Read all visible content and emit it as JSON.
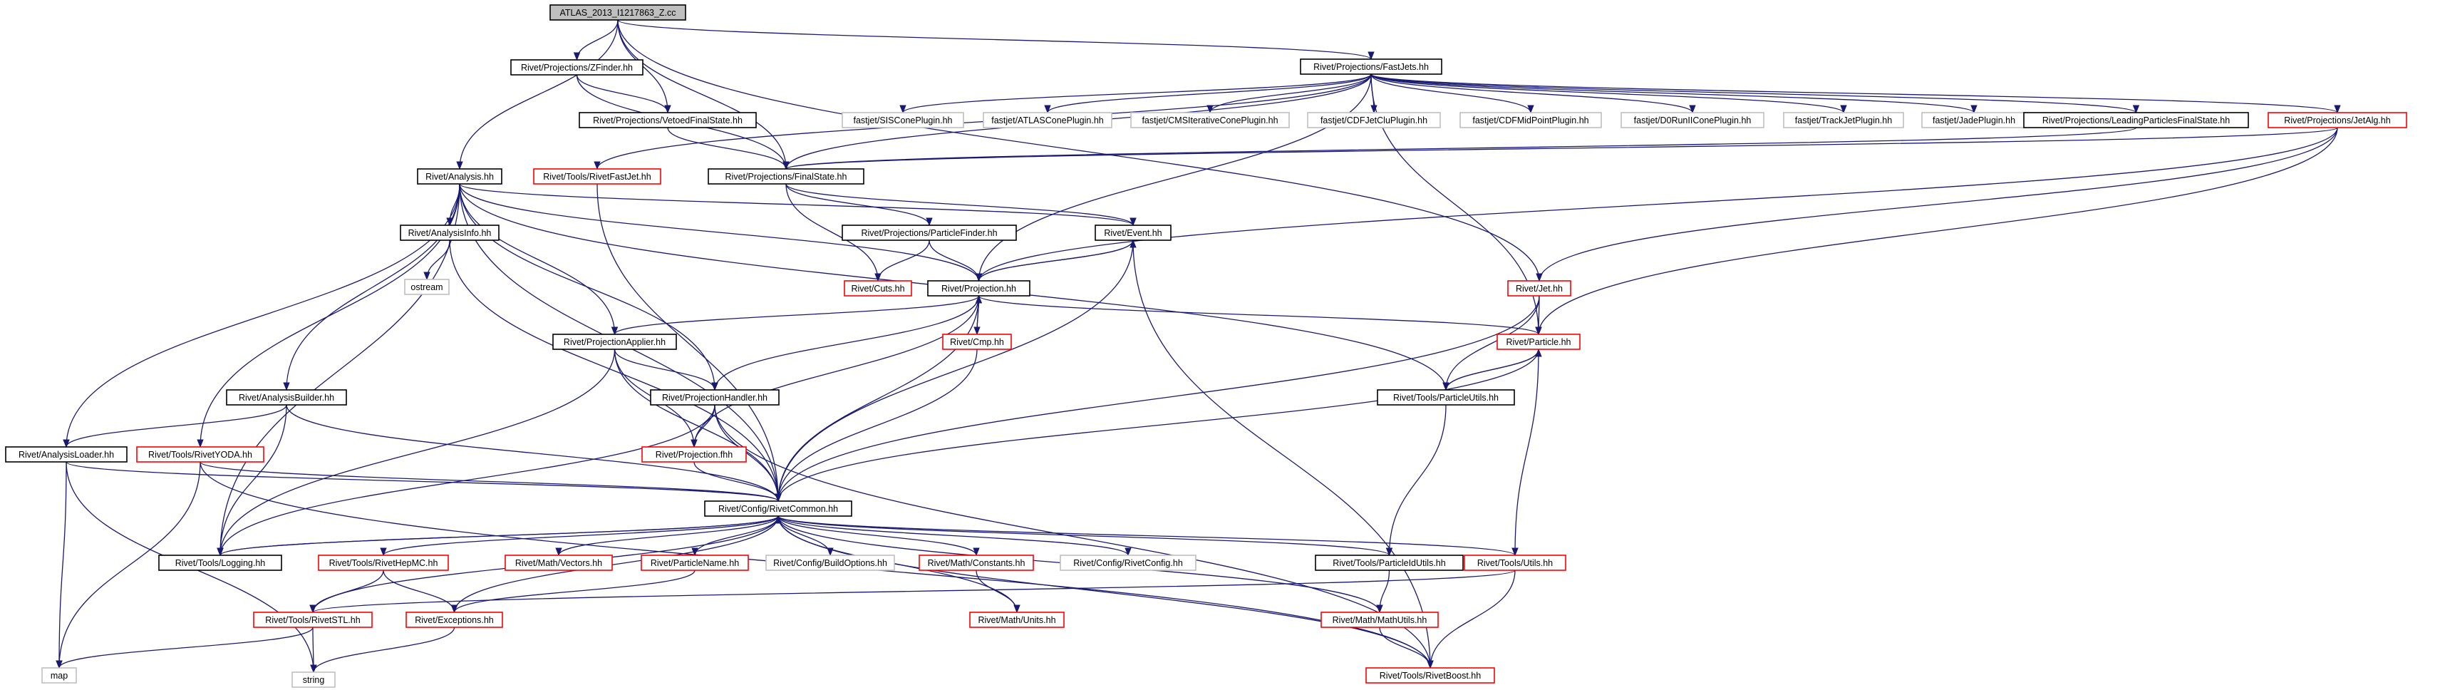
{
  "diagram": {
    "colors": {
      "root_fill": "#bfbfbf",
      "documented_border": "#000000",
      "undocumented_border": "#ff0000",
      "system_border": "#bfbfbf",
      "edge": "#191970"
    },
    "nodes": [
      {
        "id": "root",
        "label": "ATLAS_2013_I1217863_Z.cc",
        "style": "root"
      },
      {
        "id": "fastjets",
        "label": "Rivet/Projections/FastJets.hh",
        "style": "black"
      },
      {
        "id": "zfinder",
        "label": "Rivet/Projections/ZFinder.hh",
        "style": "black"
      },
      {
        "id": "vetoedfs",
        "label": "Rivet/Projections/VetoedFinalState.hh",
        "style": "black"
      },
      {
        "id": "finalstate",
        "label": "Rivet/Projections/FinalState.hh",
        "style": "black"
      },
      {
        "id": "analysis",
        "label": "Rivet/Analysis.hh",
        "style": "black"
      },
      {
        "id": "rivetfastjet",
        "label": "Rivet/Tools/RivetFastJet.hh",
        "style": "red"
      },
      {
        "id": "siscone",
        "label": "fastjet/SISConePlugin.hh",
        "style": "grey"
      },
      {
        "id": "atlascone",
        "label": "fastjet/ATLASConePlugin.hh",
        "style": "grey"
      },
      {
        "id": "cmsiter",
        "label": "fastjet/CMSIterativeConePlugin.hh",
        "style": "grey"
      },
      {
        "id": "cdfjetclu",
        "label": "fastjet/CDFJetCluPlugin.hh",
        "style": "grey"
      },
      {
        "id": "cdfmidpoint",
        "label": "fastjet/CDFMidPointPlugin.hh",
        "style": "grey"
      },
      {
        "id": "d0run",
        "label": "fastjet/D0RunIIConePlugin.hh",
        "style": "grey"
      },
      {
        "id": "trackjet",
        "label": "fastjet/TrackJetPlugin.hh",
        "style": "grey"
      },
      {
        "id": "jade",
        "label": "fastjet/JadePlugin.hh",
        "style": "grey"
      },
      {
        "id": "leadingfs",
        "label": "Rivet/Projections/LeadingParticlesFinalState.hh",
        "style": "black"
      },
      {
        "id": "jetalg",
        "label": "Rivet/Projections/JetAlg.hh",
        "style": "red"
      },
      {
        "id": "analysisinfo",
        "label": "Rivet/AnalysisInfo.hh",
        "style": "black"
      },
      {
        "id": "ostream",
        "label": "ostream",
        "style": "grey"
      },
      {
        "id": "particlefinder",
        "label": "Rivet/Projections/ParticleFinder.hh",
        "style": "black"
      },
      {
        "id": "event",
        "label": "Rivet/Event.hh",
        "style": "black"
      },
      {
        "id": "cuts",
        "label": "Rivet/Cuts.hh",
        "style": "red"
      },
      {
        "id": "projection",
        "label": "Rivet/Projection.hh",
        "style": "black"
      },
      {
        "id": "jet",
        "label": "Rivet/Jet.hh",
        "style": "red"
      },
      {
        "id": "cmp",
        "label": "Rivet/Cmp.hh",
        "style": "red"
      },
      {
        "id": "particle",
        "label": "Rivet/Particle.hh",
        "style": "red"
      },
      {
        "id": "projapplier",
        "label": "Rivet/ProjectionApplier.hh",
        "style": "black"
      },
      {
        "id": "particleutils",
        "label": "Rivet/Tools/ParticleUtils.hh",
        "style": "black"
      },
      {
        "id": "analysisbuilder",
        "label": "Rivet/AnalysisBuilder.hh",
        "style": "black"
      },
      {
        "id": "projhandler",
        "label": "Rivet/ProjectionHandler.hh",
        "style": "black"
      },
      {
        "id": "analysisloader",
        "label": "Rivet/AnalysisLoader.hh",
        "style": "black"
      },
      {
        "id": "rivetyoda",
        "label": "Rivet/Tools/RivetYODA.hh",
        "style": "red"
      },
      {
        "id": "projectionfhh",
        "label": "Rivet/Projection.fhh",
        "style": "red"
      },
      {
        "id": "rivetcommon",
        "label": "Rivet/Config/RivetCommon.hh",
        "style": "black"
      },
      {
        "id": "logging",
        "label": "Rivet/Tools/Logging.hh",
        "style": "black"
      },
      {
        "id": "rivethepmc",
        "label": "Rivet/Tools/RivetHepMC.hh",
        "style": "red"
      },
      {
        "id": "vectors",
        "label": "Rivet/Math/Vectors.hh",
        "style": "red"
      },
      {
        "id": "particlename",
        "label": "Rivet/ParticleName.hh",
        "style": "red"
      },
      {
        "id": "buildoptions",
        "label": "Rivet/Config/BuildOptions.hh",
        "style": "grey"
      },
      {
        "id": "constants",
        "label": "Rivet/Math/Constants.hh",
        "style": "red"
      },
      {
        "id": "rivetconfig",
        "label": "Rivet/Config/RivetConfig.hh",
        "style": "grey"
      },
      {
        "id": "particleidutils",
        "label": "Rivet/Tools/ParticleIdUtils.hh",
        "style": "black"
      },
      {
        "id": "toolsutils",
        "label": "Rivet/Tools/Utils.hh",
        "style": "red"
      },
      {
        "id": "rivetstl",
        "label": "Rivet/Tools/RivetSTL.hh",
        "style": "red"
      },
      {
        "id": "exceptions",
        "label": "Rivet/Exceptions.hh",
        "style": "red"
      },
      {
        "id": "units",
        "label": "Rivet/Math/Units.hh",
        "style": "red"
      },
      {
        "id": "mathutils",
        "label": "Rivet/Math/MathUtils.hh",
        "style": "red"
      },
      {
        "id": "map",
        "label": "map",
        "style": "grey"
      },
      {
        "id": "string",
        "label": "string",
        "style": "grey"
      },
      {
        "id": "rivetboost",
        "label": "Rivet/Tools/RivetBoost.hh",
        "style": "red"
      }
    ],
    "edges": [
      [
        "root",
        "fastjets"
      ],
      [
        "root",
        "zfinder"
      ],
      [
        "root",
        "vetoedfs"
      ],
      [
        "root",
        "finalstate"
      ],
      [
        "root",
        "analysis"
      ],
      [
        "root",
        "jet"
      ],
      [
        "zfinder",
        "vetoedfs"
      ],
      [
        "zfinder",
        "finalstate"
      ],
      [
        "vetoedfs",
        "finalstate"
      ],
      [
        "fastjets",
        "rivetfastjet"
      ],
      [
        "fastjets",
        "siscone"
      ],
      [
        "fastjets",
        "atlascone"
      ],
      [
        "fastjets",
        "cmsiter"
      ],
      [
        "fastjets",
        "cdfjetclu"
      ],
      [
        "fastjets",
        "cdfmidpoint"
      ],
      [
        "fastjets",
        "d0run"
      ],
      [
        "fastjets",
        "trackjet"
      ],
      [
        "fastjets",
        "jade"
      ],
      [
        "fastjets",
        "leadingfs"
      ],
      [
        "fastjets",
        "jetalg"
      ],
      [
        "fastjets",
        "finalstate"
      ],
      [
        "fastjets",
        "projection"
      ],
      [
        "fastjets",
        "particle"
      ],
      [
        "leadingfs",
        "finalstate"
      ],
      [
        "jetalg",
        "finalstate"
      ],
      [
        "jetalg",
        "projection"
      ],
      [
        "jetalg",
        "jet"
      ],
      [
        "jetalg",
        "particle"
      ],
      [
        "finalstate",
        "particlefinder"
      ],
      [
        "finalstate",
        "cuts"
      ],
      [
        "finalstate",
        "event"
      ],
      [
        "particlefinder",
        "projection"
      ],
      [
        "particlefinder",
        "cuts"
      ],
      [
        "analysis",
        "analysisinfo"
      ],
      [
        "analysis",
        "event"
      ],
      [
        "analysis",
        "projection"
      ],
      [
        "analysis",
        "projapplier"
      ],
      [
        "analysis",
        "projhandler"
      ],
      [
        "analysis",
        "analysisbuilder"
      ],
      [
        "analysis",
        "analysisloader"
      ],
      [
        "analysis",
        "rivetyoda"
      ],
      [
        "analysis",
        "logging"
      ],
      [
        "analysis",
        "rivetcommon"
      ],
      [
        "analysis",
        "particleutils"
      ],
      [
        "analysisinfo",
        "ostream"
      ],
      [
        "analysisinfo",
        "rivetcommon"
      ],
      [
        "event",
        "projection"
      ],
      [
        "event",
        "rivetcommon"
      ],
      [
        "event",
        "rivetboost"
      ],
      [
        "projection",
        "event"
      ],
      [
        "projection",
        "cmp"
      ],
      [
        "projection",
        "projapplier"
      ],
      [
        "projection",
        "projhandler"
      ],
      [
        "projection",
        "projectionfhh"
      ],
      [
        "projection",
        "rivetcommon"
      ],
      [
        "projection",
        "particle"
      ],
      [
        "cmp",
        "projection"
      ],
      [
        "cmp",
        "rivetcommon"
      ],
      [
        "jet",
        "particle"
      ],
      [
        "jet",
        "particleutils"
      ],
      [
        "jet",
        "rivetcommon"
      ],
      [
        "particle",
        "particleutils"
      ],
      [
        "particle",
        "rivetcommon"
      ],
      [
        "particle",
        "toolsutils"
      ],
      [
        "particleutils",
        "particle"
      ],
      [
        "particleutils",
        "particleidutils"
      ],
      [
        "projapplier",
        "projhandler"
      ],
      [
        "projapplier",
        "projectionfhh"
      ],
      [
        "projapplier",
        "rivetcommon"
      ],
      [
        "projapplier",
        "logging"
      ],
      [
        "projhandler",
        "projectionfhh"
      ],
      [
        "projhandler",
        "rivetcommon"
      ],
      [
        "projhandler",
        "logging"
      ],
      [
        "projhandler",
        "rivetboost"
      ],
      [
        "projectionfhh",
        "rivetcommon"
      ],
      [
        "analysisbuilder",
        "analysisloader"
      ],
      [
        "analysisbuilder",
        "rivetcommon"
      ],
      [
        "analysisbuilder",
        "logging"
      ],
      [
        "analysisloader",
        "rivetcommon"
      ],
      [
        "analysisloader",
        "map"
      ],
      [
        "analysisloader",
        "string"
      ],
      [
        "rivetyoda",
        "rivetcommon"
      ],
      [
        "rivetyoda",
        "rivetboost"
      ],
      [
        "rivetyoda",
        "map"
      ],
      [
        "rivetfastjet",
        "rivetcommon"
      ],
      [
        "rivetcommon",
        "logging"
      ],
      [
        "rivetcommon",
        "rivethepmc"
      ],
      [
        "rivetcommon",
        "vectors"
      ],
      [
        "rivetcommon",
        "particlename"
      ],
      [
        "rivetcommon",
        "buildoptions"
      ],
      [
        "rivetcommon",
        "constants"
      ],
      [
        "rivetcommon",
        "rivetconfig"
      ],
      [
        "rivetcommon",
        "particleidutils"
      ],
      [
        "rivetcommon",
        "toolsutils"
      ],
      [
        "rivetcommon",
        "rivetstl"
      ],
      [
        "rivetcommon",
        "exceptions"
      ],
      [
        "rivetcommon",
        "units"
      ],
      [
        "rivetcommon",
        "mathutils"
      ],
      [
        "rivetcommon",
        "rivetboost"
      ],
      [
        "logging",
        "rivetcommon"
      ],
      [
        "rivethepmc",
        "rivetstl"
      ],
      [
        "rivethepmc",
        "exceptions"
      ],
      [
        "particlename",
        "exceptions"
      ],
      [
        "constants",
        "units"
      ],
      [
        "particleidutils",
        "mathutils"
      ],
      [
        "toolsutils",
        "rivetstl"
      ],
      [
        "toolsutils",
        "rivetboost"
      ],
      [
        "mathutils",
        "rivetboost"
      ],
      [
        "rivetstl",
        "map"
      ],
      [
        "rivetstl",
        "string"
      ],
      [
        "exceptions",
        "string"
      ]
    ]
  }
}
